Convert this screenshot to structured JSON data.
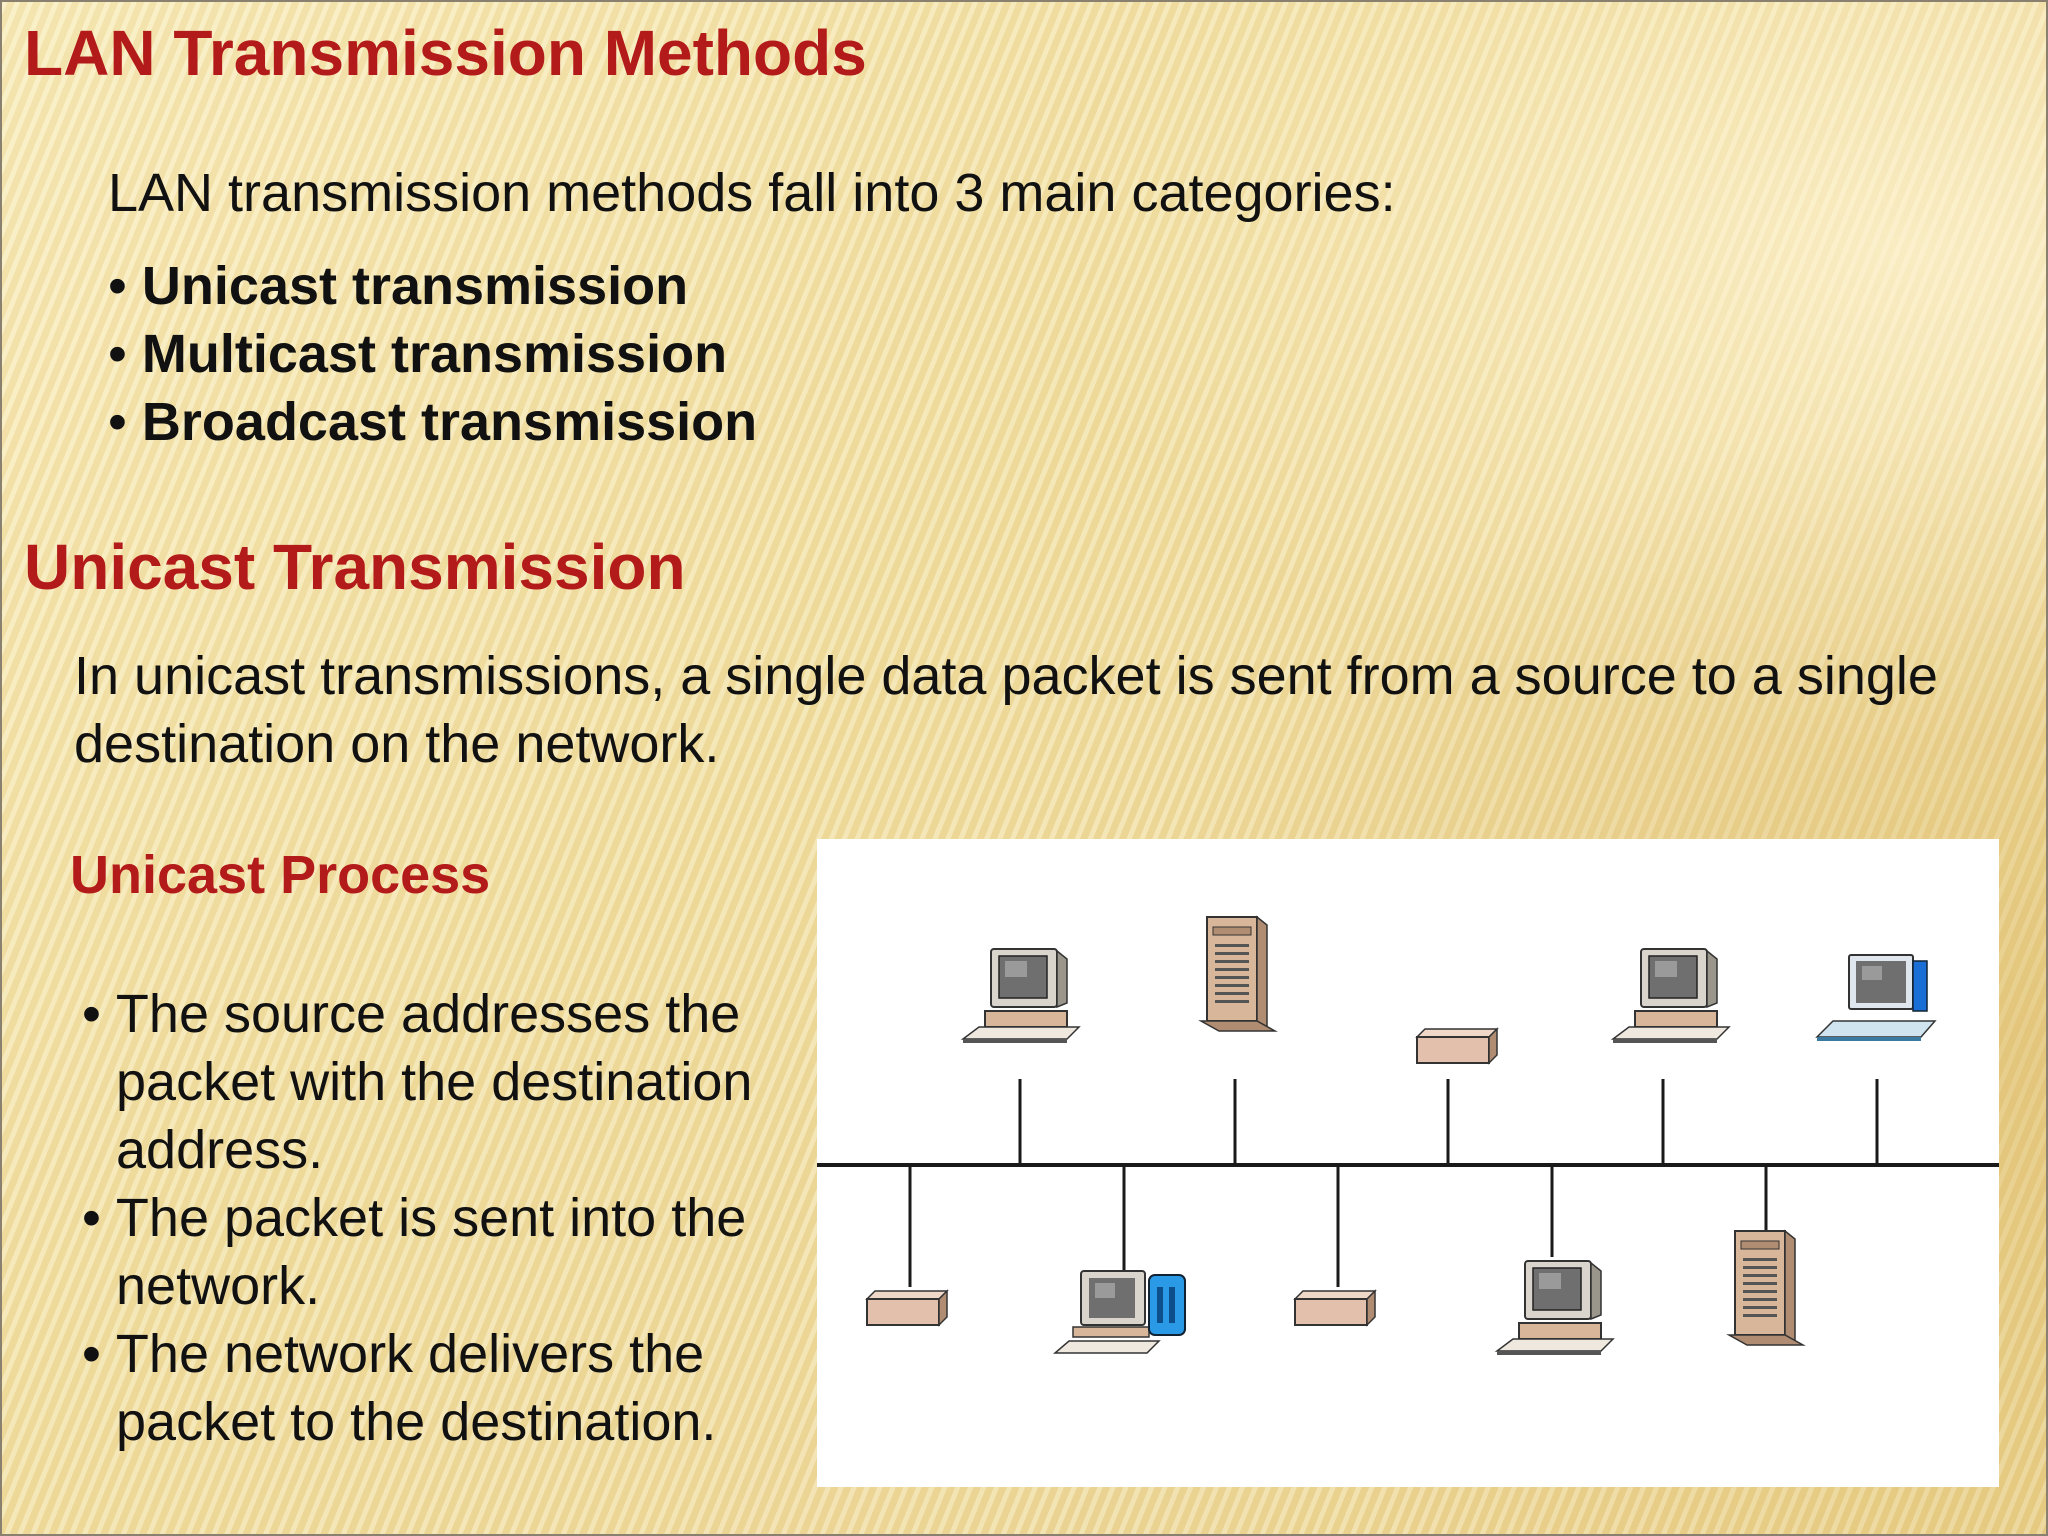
{
  "slide": {
    "title": "LAN Transmission Methods",
    "intro": "LAN transmission methods fall into 3 main categories:",
    "categories": [
      "Unicast transmission",
      "Multicast transmission",
      "Broadcast transmission"
    ],
    "section_heading": "Unicast Transmission",
    "section_text": "In unicast transmissions, a single data packet is sent from a source to a single destination on the network.",
    "process_heading": "Unicast Process",
    "process_steps": [
      "The source addresses the packet with the destination address.",
      "The packet is sent into the network.",
      "The network delivers the packet to the destination."
    ]
  },
  "diagram": {
    "top_devices": [
      "desktop-computer",
      "tower-server",
      "network-printer",
      "desktop-computer",
      "laptop-computer"
    ],
    "bottom_devices": [
      "network-printer",
      "desktop-computer-with-drive",
      "network-printer",
      "desktop-computer",
      "tower-server"
    ],
    "colors": {
      "device_body": "#d8b69a",
      "screen": "#8a8a8a",
      "accent_blue": "#1a6fd6",
      "bus_line": "#1a1a1a"
    }
  }
}
